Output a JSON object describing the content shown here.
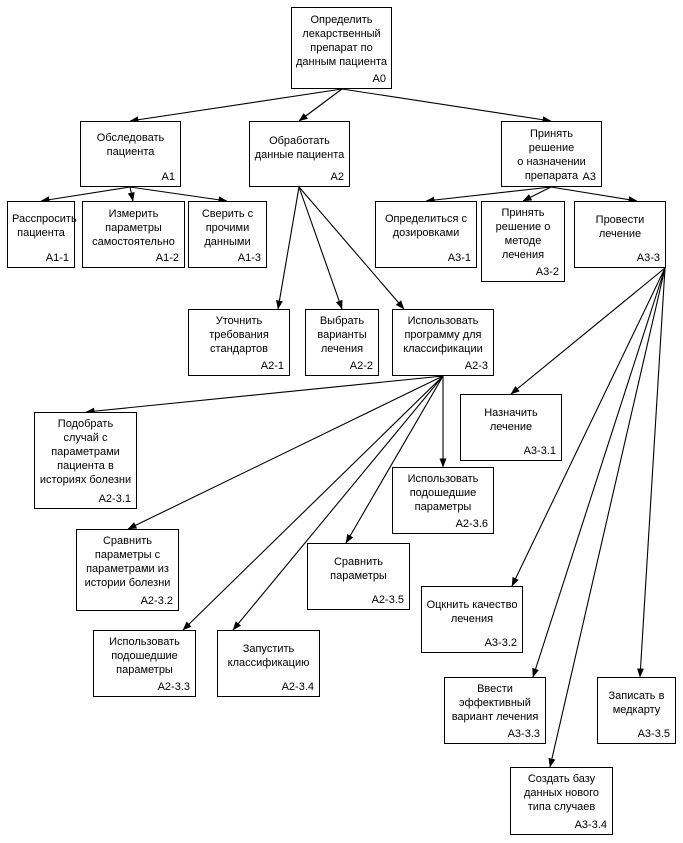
{
  "nodes": [
    {
      "id": "A0",
      "label": "Определить\nлекарственный\nпрепарат по\nданным пациента",
      "code": "A0"
    },
    {
      "id": "A1",
      "label": "Обследовать\nпациента",
      "code": "A1"
    },
    {
      "id": "A2",
      "label": "Обработать\nданные пациента",
      "code": "A2"
    },
    {
      "id": "A3",
      "label": "Принять решение\nо назначении\nпрепарата",
      "code": "A3"
    },
    {
      "id": "A1-1",
      "label": "Расспросить\nпациента",
      "code": "A1-1"
    },
    {
      "id": "A1-2",
      "label": "Измерить\nпараметры\nсамостоятельно",
      "code": "A1-2"
    },
    {
      "id": "A1-3",
      "label": "Сверить с\nпрочими\nданными",
      "code": "A1-3"
    },
    {
      "id": "A3-1",
      "label": "Определиться с\nдозировками",
      "code": "A3-1"
    },
    {
      "id": "A3-2",
      "label": "Принять\nрешение о\nметоде\nлечения",
      "code": "A3-2"
    },
    {
      "id": "A3-3",
      "label": "Провести\nлечение",
      "code": "A3-3"
    },
    {
      "id": "A2-1",
      "label": "Уточнить\nтребования\nстандартов",
      "code": "A2-1"
    },
    {
      "id": "A2-2",
      "label": "Выбрать\nварианты\nлечения",
      "code": "A2-2"
    },
    {
      "id": "A2-3",
      "label": "Использовать\nпрограмму для\nклассификации",
      "code": "A2-3"
    },
    {
      "id": "A2-3.1",
      "label": "Подобрать\nслучай с\nпараметрами\nпациента в\nисториях болезни",
      "code": "A2-3.1"
    },
    {
      "id": "A3-3.1",
      "label": "Назначить\nлечение",
      "code": "A3-3.1"
    },
    {
      "id": "A2-3.6",
      "label": "Использовать\nподошедшие\nпараметры",
      "code": "A2-3.6"
    },
    {
      "id": "A2-3.2",
      "label": "Сравнить\nпараметры с\nпараметрами из\nистории болезни",
      "code": "A2-3.2"
    },
    {
      "id": "A2-3.5",
      "label": "Сравнить\nпараметры",
      "code": "A2-3.5"
    },
    {
      "id": "A3-3.2",
      "label": "Оцкнить качество\nлечения",
      "code": "A3-3.2"
    },
    {
      "id": "A2-3.3",
      "label": "Использовать\nподошедшие\nпараметры",
      "code": "A2-3.3"
    },
    {
      "id": "A2-3.4",
      "label": "Запустить\nклассификацию",
      "code": "A2-3.4"
    },
    {
      "id": "A3-3.3",
      "label": "Ввести\nэффективный\nвариант лечения",
      "code": "A3-3.3"
    },
    {
      "id": "A3-3.5",
      "label": "Записать в\nмедкарту",
      "code": "A3-3.5"
    },
    {
      "id": "A3-3.4",
      "label": "Создать базу\nданных нового\nтипа случаев",
      "code": "A3-3.4"
    }
  ],
  "edges": [
    {
      "from": "A0",
      "to": "A1"
    },
    {
      "from": "A0",
      "to": "A2"
    },
    {
      "from": "A0",
      "to": "A3"
    },
    {
      "from": "A1",
      "to": "A1-1"
    },
    {
      "from": "A1",
      "to": "A1-2"
    },
    {
      "from": "A1",
      "to": "A1-3"
    },
    {
      "from": "A2",
      "to": "A2-1"
    },
    {
      "from": "A2",
      "to": "A2-2"
    },
    {
      "from": "A2",
      "to": "A2-3"
    },
    {
      "from": "A3",
      "to": "A3-1"
    },
    {
      "from": "A3",
      "to": "A3-2"
    },
    {
      "from": "A3",
      "to": "A3-3"
    },
    {
      "from": "A2-3",
      "to": "A2-3.1"
    },
    {
      "from": "A2-3",
      "to": "A2-3.2"
    },
    {
      "from": "A2-3",
      "to": "A2-3.3"
    },
    {
      "from": "A2-3",
      "to": "A2-3.4"
    },
    {
      "from": "A2-3",
      "to": "A2-3.5"
    },
    {
      "from": "A2-3",
      "to": "A2-3.6"
    },
    {
      "from": "A3-3",
      "to": "A3-3.1"
    },
    {
      "from": "A3-3",
      "to": "A3-3.2"
    },
    {
      "from": "A3-3",
      "to": "A3-3.3"
    },
    {
      "from": "A3-3",
      "to": "A3-3.4"
    },
    {
      "from": "A3-3",
      "to": "A3-3.5"
    }
  ]
}
